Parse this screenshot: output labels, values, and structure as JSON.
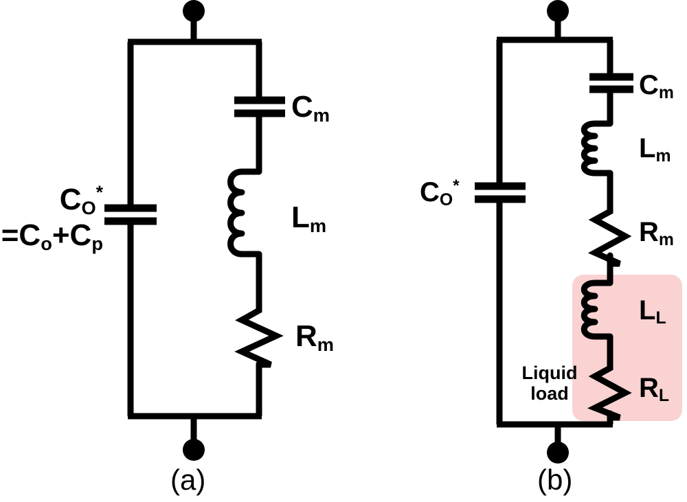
{
  "figure": {
    "type": "diagram",
    "description": "Butterworth-Van Dyke equivalent circuit models of a quartz crystal resonator",
    "background_color": "#ffffff",
    "wire_color": "#000000",
    "highlight_color": "#FAD2D2"
  },
  "panels": [
    {
      "id": "a",
      "caption": "(a)",
      "components": [
        {
          "key": "co_star",
          "symbol": "capacitor",
          "label_main": "C",
          "label_sub": "O",
          "label_sup": "*"
        },
        {
          "key": "co_sum",
          "symbol": "text",
          "label": "=C",
          "label_sub": "o",
          "label_plus": "+C",
          "label_sub2": "p"
        },
        {
          "key": "cm",
          "symbol": "capacitor",
          "label_main": "C",
          "label_sub": "m",
          "label_sup": ""
        },
        {
          "key": "lm",
          "symbol": "inductor",
          "label_main": "L",
          "label_sub": "m",
          "label_sup": ""
        },
        {
          "key": "rm",
          "symbol": "resistor",
          "label_main": "R",
          "label_sub": "m",
          "label_sup": ""
        }
      ],
      "labels": {
        "co_star_line1_main": "C",
        "co_star_line1_sub": "O",
        "co_star_line1_sup": "*",
        "co_star_line2_a": "=C",
        "co_star_line2_sub_a": "o",
        "co_star_line2_b": "+C",
        "co_star_line2_sub_b": "p",
        "cm_main": "C",
        "cm_sub": "m",
        "lm_main": "L",
        "lm_sub": "m",
        "rm_main": "R",
        "rm_sub": "m"
      }
    },
    {
      "id": "b",
      "caption": "(b)",
      "components": [
        {
          "key": "co_star",
          "symbol": "capacitor",
          "label_main": "C",
          "label_sub": "O",
          "label_sup": "*"
        },
        {
          "key": "cm",
          "symbol": "capacitor",
          "label_main": "C",
          "label_sub": "m",
          "label_sup": ""
        },
        {
          "key": "lm",
          "symbol": "inductor",
          "label_main": "L",
          "label_sub": "m",
          "label_sup": ""
        },
        {
          "key": "rm",
          "symbol": "resistor",
          "label_main": "R",
          "label_sub": "m",
          "label_sup": ""
        },
        {
          "key": "ll",
          "symbol": "inductor",
          "label_main": "L",
          "label_sub": "L",
          "label_sup": ""
        },
        {
          "key": "rl",
          "symbol": "resistor",
          "label_main": "R",
          "label_sub": "L",
          "label_sup": ""
        }
      ],
      "labels": {
        "co_star_main": "C",
        "co_star_sub": "O",
        "co_star_sup": "*",
        "cm_main": "C",
        "cm_sub": "m",
        "lm_main": "L",
        "lm_sub": "m",
        "rm_main": "R",
        "rm_sub": "m",
        "ll_main": "L",
        "ll_sub": "L",
        "rl_main": "R",
        "rl_sub": "L",
        "liquid_load_line1": "Liquid",
        "liquid_load_line2": "load"
      }
    }
  ]
}
